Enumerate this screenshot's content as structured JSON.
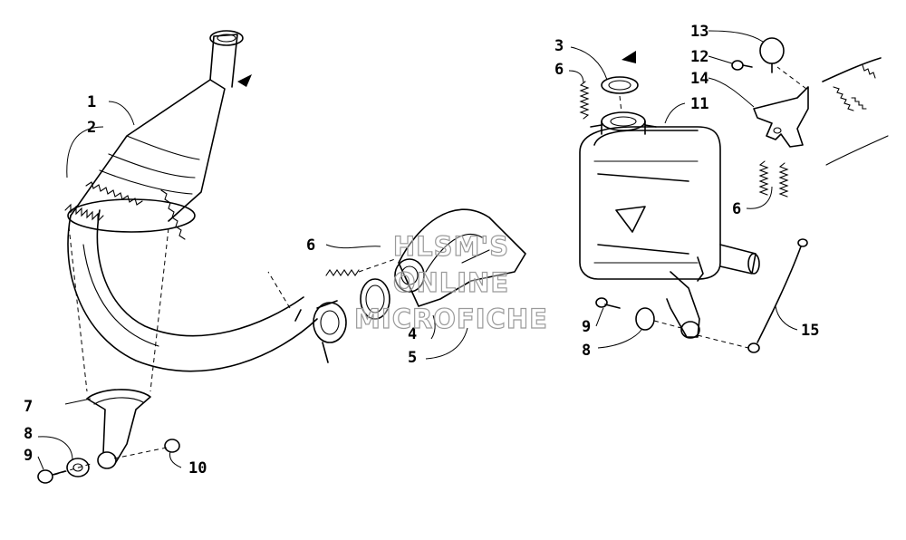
{
  "callouts": {
    "c1": "1",
    "c2": "2",
    "c3": "3",
    "c4": "4",
    "c5": "5",
    "c6a": "6",
    "c6b": "6",
    "c6c": "6",
    "c7": "7",
    "c8a": "8",
    "c8b": "8",
    "c9a": "9",
    "c9b": "9",
    "c10": "10",
    "c11": "11",
    "c12": "12",
    "c13": "13",
    "c14": "14",
    "c15": "15"
  },
  "watermark": {
    "line1": "HLSM'S",
    "line2": "ONLINE",
    "line3": "MICROFICHE",
    "color": "#9a9a9a"
  },
  "colors": {
    "ink": "#000000",
    "background": "#ffffff"
  }
}
